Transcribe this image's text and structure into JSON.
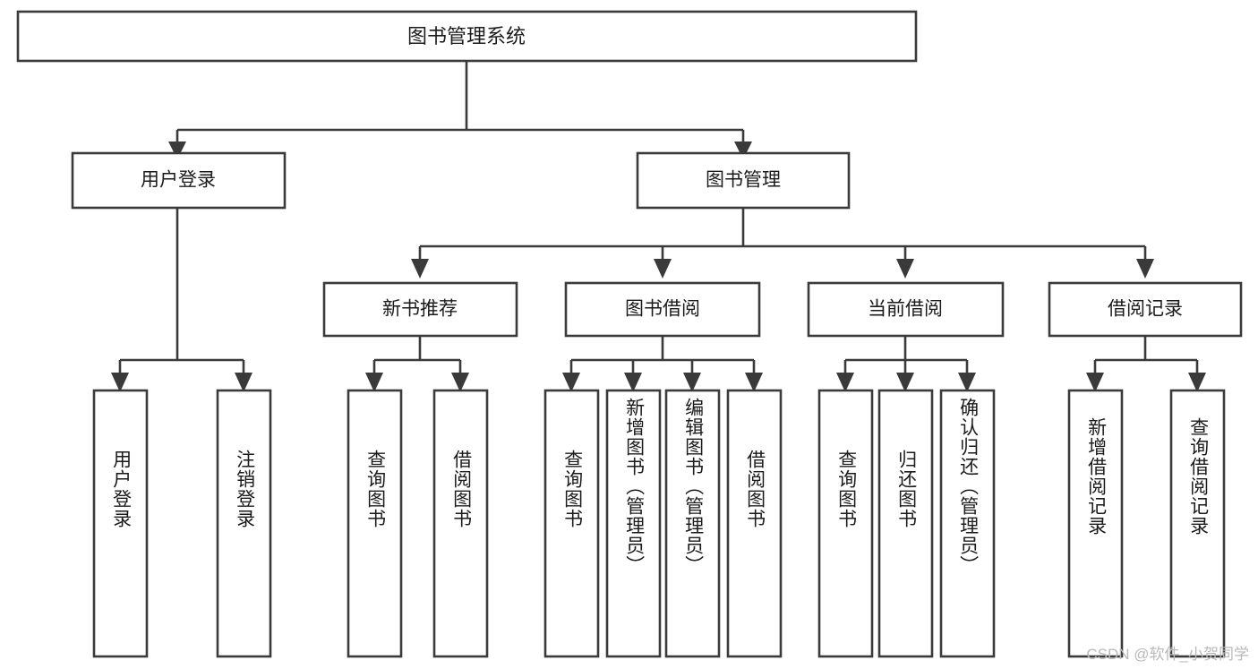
{
  "diagram": {
    "title": "图书管理系统",
    "type": "tree",
    "watermark": "CSDN @软件_小贺同学",
    "colors": {
      "box_stroke": "#3a3a3a",
      "box_fill": "#ffffff",
      "text": "#1b1b1b",
      "watermark": "#b9b9b9",
      "background": "#ffffff"
    },
    "levels": {
      "root": "图书管理系统",
      "level2": [
        "用户登录",
        "图书管理"
      ],
      "level3": [
        "新书推荐",
        "图书借阅",
        "当前借阅",
        "借阅记录"
      ],
      "leaves": [
        "用户登录",
        "注销登录",
        "查询图书",
        "借阅图书",
        "查询图书",
        "新增图书（管理员）",
        "编辑图书（管理员）",
        "借阅图书",
        "查询图书",
        "归还图书",
        "确认归还（管理员）",
        "新增借阅记录",
        "查询借阅记录"
      ]
    },
    "nodes": {
      "root": {
        "label": "图书管理系统"
      },
      "user_login": {
        "label": "用户登录"
      },
      "book_manage": {
        "label": "图书管理"
      },
      "new_book_rec": {
        "label": "新书推荐"
      },
      "book_borrow": {
        "label": "图书借阅"
      },
      "current_borrow": {
        "label": "当前借阅"
      },
      "borrow_record": {
        "label": "借阅记录"
      },
      "leaf_user_login": {
        "label": "用户登录"
      },
      "leaf_logout": {
        "label": "注销登录"
      },
      "leaf_query_book_1": {
        "label": "查询图书"
      },
      "leaf_borrow_book_1": {
        "label": "借阅图书"
      },
      "leaf_query_book_2": {
        "label": "查询图书"
      },
      "leaf_add_book_admin": {
        "label": "新增图书（管理员）"
      },
      "leaf_edit_book_admin": {
        "label": "编辑图书（管理员）"
      },
      "leaf_borrow_book_2": {
        "label": "借阅图书"
      },
      "leaf_query_book_3": {
        "label": "查询图书"
      },
      "leaf_return_book": {
        "label": "归还图书"
      },
      "leaf_confirm_return_admin": {
        "label": "确认归还（管理员）"
      },
      "leaf_add_record": {
        "label": "新增借阅记录"
      },
      "leaf_query_record": {
        "label": "查询借阅记录"
      }
    }
  }
}
